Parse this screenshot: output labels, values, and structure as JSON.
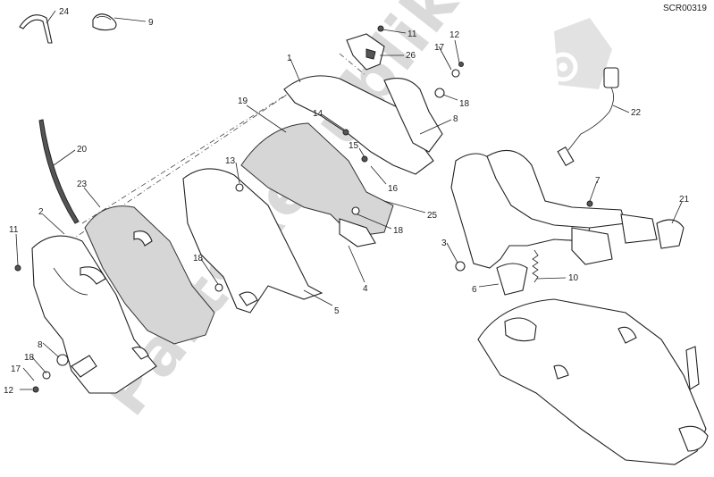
{
  "diagram_code": "SCR00319",
  "watermark": "PartsRepublik",
  "callouts": [
    {
      "id": "c24",
      "label": "24"
    },
    {
      "id": "c9",
      "label": "9"
    },
    {
      "id": "c11a",
      "label": "11"
    },
    {
      "id": "c26",
      "label": "26"
    },
    {
      "id": "c17a",
      "label": "17"
    },
    {
      "id": "c12a",
      "label": "12"
    },
    {
      "id": "c1",
      "label": "1"
    },
    {
      "id": "c18a",
      "label": "18"
    },
    {
      "id": "c8a",
      "label": "8"
    },
    {
      "id": "c19",
      "label": "19"
    },
    {
      "id": "c14",
      "label": "14"
    },
    {
      "id": "c22",
      "label": "22"
    },
    {
      "id": "c20",
      "label": "20"
    },
    {
      "id": "c15",
      "label": "15"
    },
    {
      "id": "c13",
      "label": "13"
    },
    {
      "id": "c16",
      "label": "16"
    },
    {
      "id": "c7",
      "label": "7"
    },
    {
      "id": "c23",
      "label": "23"
    },
    {
      "id": "c25",
      "label": "25"
    },
    {
      "id": "c21",
      "label": "21"
    },
    {
      "id": "c2",
      "label": "2"
    },
    {
      "id": "c11b",
      "label": "11"
    },
    {
      "id": "c18b",
      "label": "18"
    },
    {
      "id": "c3",
      "label": "3"
    },
    {
      "id": "c18c",
      "label": "18"
    },
    {
      "id": "c10",
      "label": "10"
    },
    {
      "id": "c4",
      "label": "4"
    },
    {
      "id": "c6",
      "label": "6"
    },
    {
      "id": "c5",
      "label": "5"
    },
    {
      "id": "c8b",
      "label": "8"
    },
    {
      "id": "c18d",
      "label": "18"
    },
    {
      "id": "c17b",
      "label": "17"
    },
    {
      "id": "c12b",
      "label": "12"
    }
  ]
}
